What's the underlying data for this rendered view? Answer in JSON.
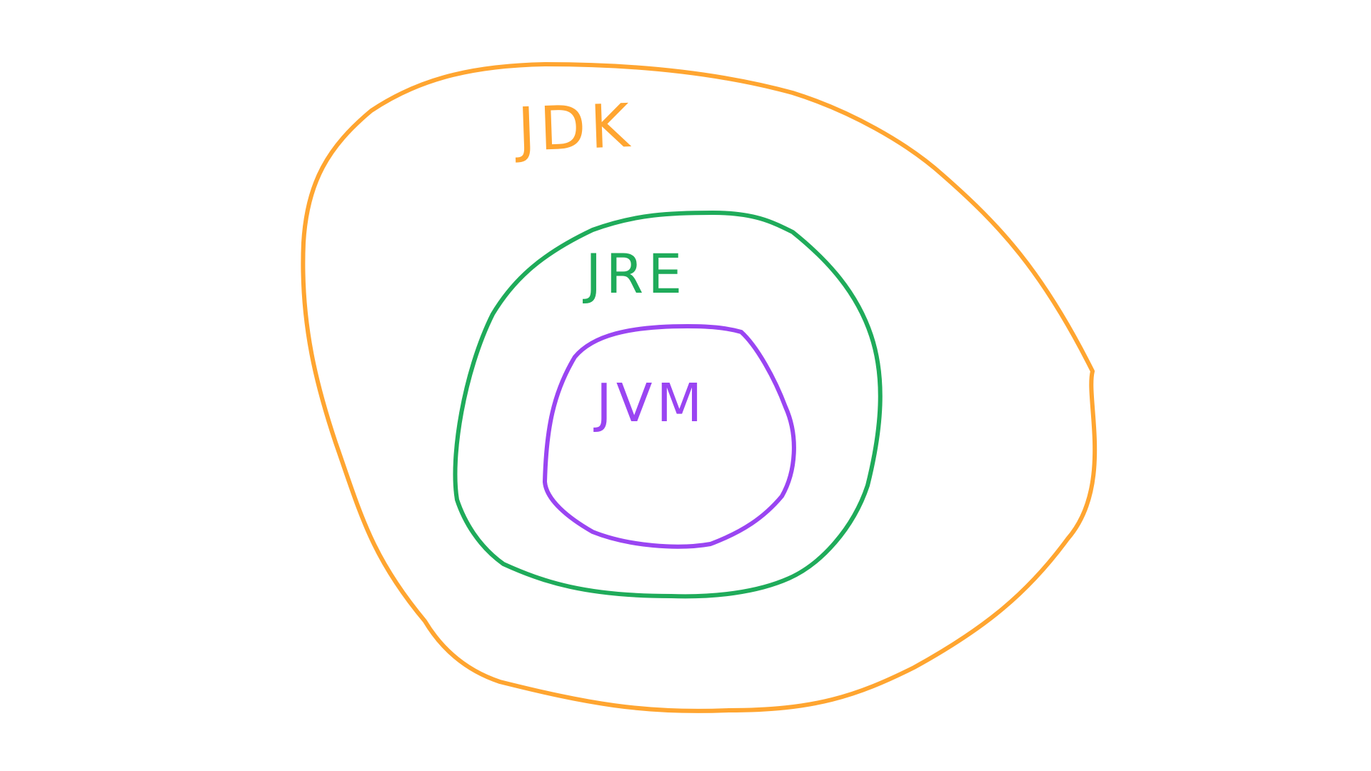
{
  "diagram": {
    "rings": [
      {
        "id": "jdk",
        "label": "JDK",
        "color": "#ffa530"
      },
      {
        "id": "jre",
        "label": "JRE",
        "color": "#1fab5a"
      },
      {
        "id": "jvm",
        "label": "JVM",
        "color": "#9a45f2"
      }
    ]
  }
}
